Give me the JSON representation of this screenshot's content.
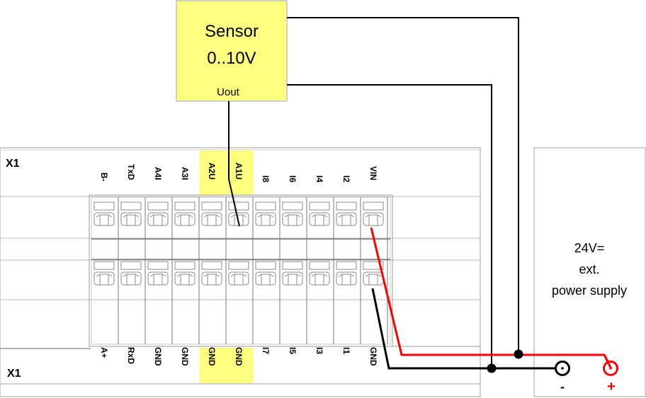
{
  "sensor": {
    "title": "Sensor",
    "range": "0..10V",
    "output_label": "Uout",
    "fill_color": "#ffff80"
  },
  "terminal_block": {
    "top_label": "X1",
    "bottom_label": "X1",
    "highlight_color": "#ffff80",
    "top_pins": [
      "B-",
      "TxD",
      "A4I",
      "A3I",
      "A2U",
      "A1U",
      "I8",
      "I6",
      "I4",
      "I2",
      "VIN"
    ],
    "bottom_pins": [
      "A+",
      "RxD",
      "GND",
      "GND",
      "GND",
      "GND",
      "I7",
      "I5",
      "I3",
      "I1",
      "GND"
    ],
    "highlighted_columns": [
      "A2U/GND",
      "A1U/GND"
    ]
  },
  "power_supply": {
    "line1": "24V=",
    "line2": "ext.",
    "line3": "power supply",
    "minus_label": "-",
    "plus_label": "+",
    "plus_color": "#ff0000",
    "minus_color": "#000000"
  },
  "wires": {
    "positive_color": "#ff0000",
    "ground_color": "#000000"
  }
}
